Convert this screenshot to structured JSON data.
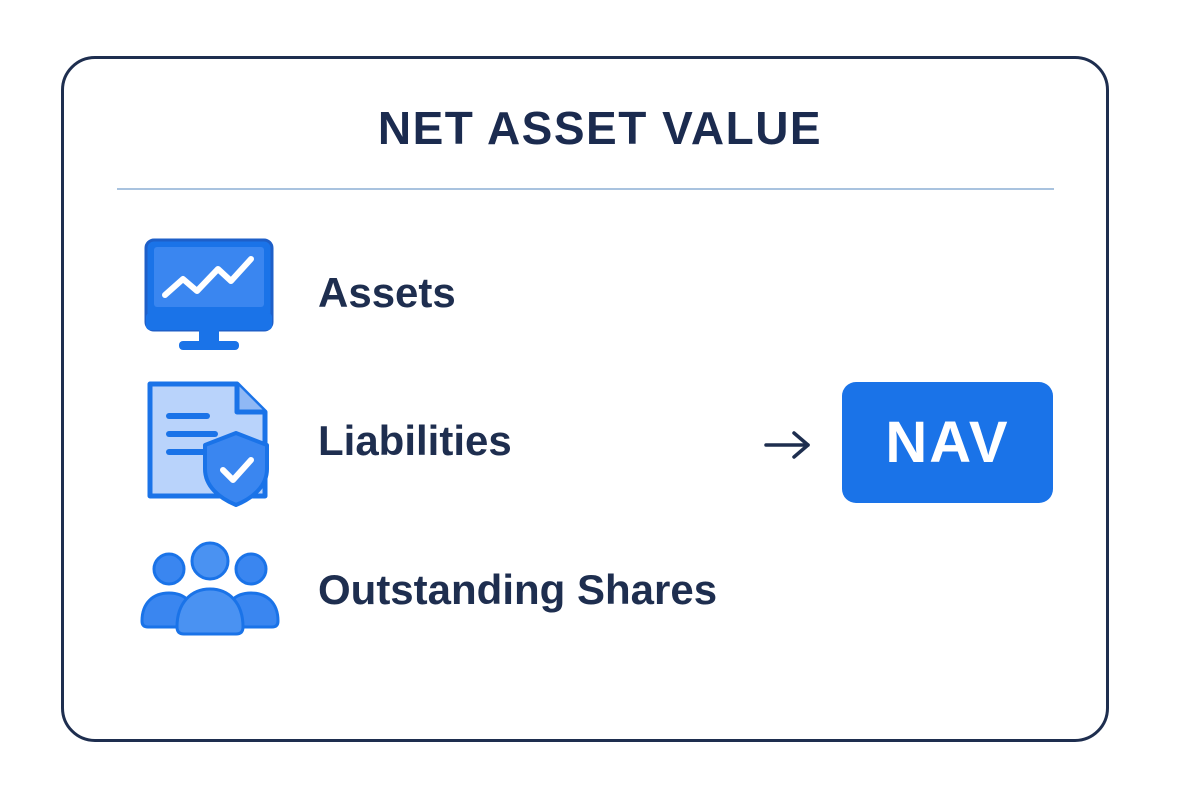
{
  "title": "NET ASSET VALUE",
  "rows": [
    {
      "label": "Assets",
      "icon": "monitor-chart-icon"
    },
    {
      "label": "Liabilities",
      "icon": "document-shield-icon"
    },
    {
      "label": "Outstanding Shares",
      "icon": "people-group-icon"
    }
  ],
  "result": {
    "label": "NAV",
    "arrow_icon": "arrow-right-icon"
  },
  "colors": {
    "dark_navy": "#1e2e4f",
    "accent_blue": "#1a73e8",
    "icon_blue": "#3a86f0",
    "light_blue": "#b9d3fb",
    "divider": "#a9c3df"
  }
}
